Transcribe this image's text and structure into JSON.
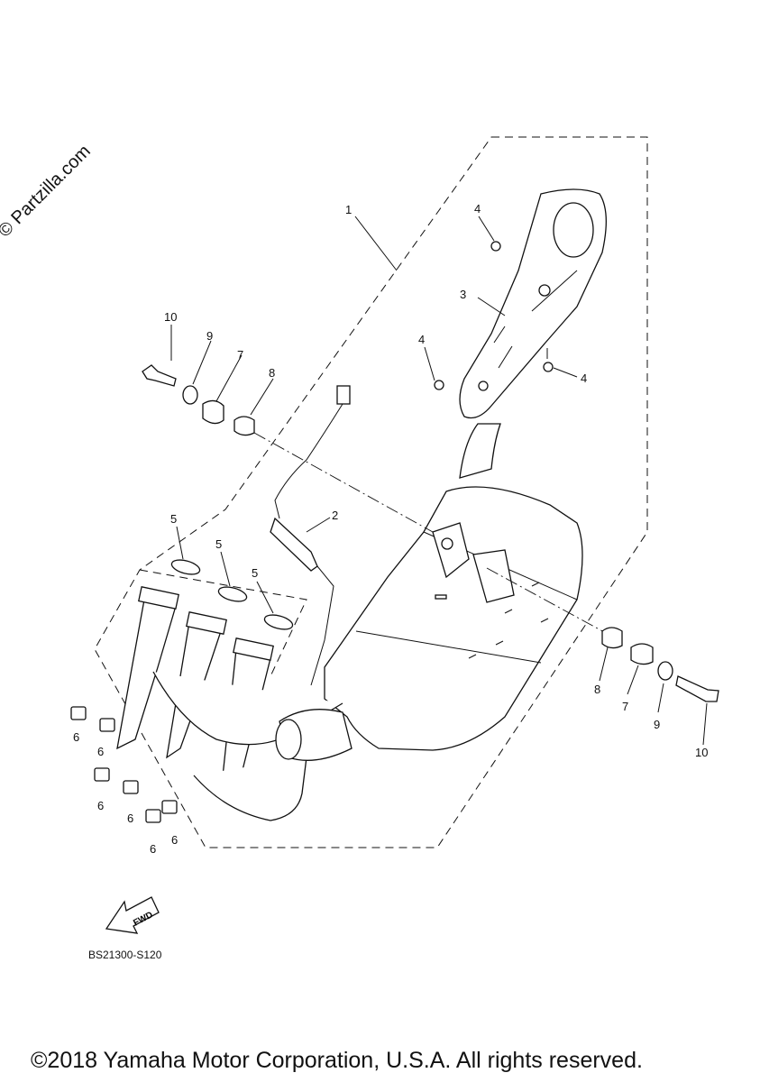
{
  "watermark": "© Partzilla.com",
  "drawing_code": "BS21300-S120",
  "copyright": "©2018 Yamaha Motor Corporation, U.S.A. All rights reserved.",
  "fwd_label": "FWD",
  "callouts": {
    "c1": "1",
    "c2": "2",
    "c3": "3",
    "c4a": "4",
    "c4b": "4",
    "c4c": "4",
    "c5a": "5",
    "c5b": "5",
    "c5c": "5",
    "c6a": "6",
    "c6b": "6",
    "c6c": "6",
    "c6d": "6",
    "c6e": "6",
    "c6f": "6",
    "c7a": "7",
    "c7b": "7",
    "c8a": "8",
    "c8b": "8",
    "c9a": "9",
    "c9b": "9",
    "c10a": "10",
    "c10b": "10"
  }
}
